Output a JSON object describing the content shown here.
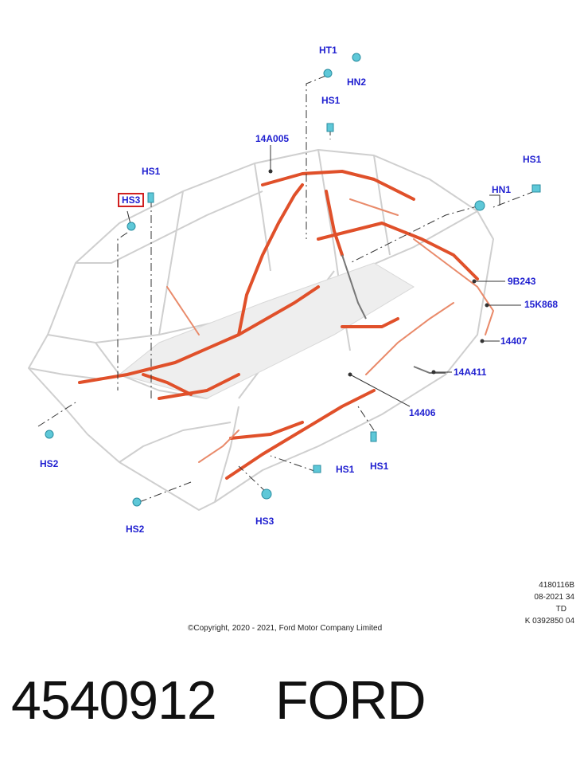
{
  "callouts": {
    "ht1": "HT1",
    "hn2": "HN2",
    "hs1_top": "HS1",
    "c14a005": "14A005",
    "hs1_left": "HS1",
    "hs3_boxed": "HS3",
    "hs1_right": "HS1",
    "hn1": "HN1",
    "c9b243": "9B243",
    "c15k868": "15K868",
    "c14407": "14407",
    "c14a411": "14A411",
    "c14406": "14406",
    "hs2_left": "HS2",
    "hs1_bottom_right": "HS1",
    "hs1_bottom_mid": "HS1",
    "hs3_bottom": "HS3",
    "hs2_bottom": "HS2"
  },
  "meta": {
    "line1": "4180116B",
    "line2": "08-2021 34",
    "line3": "TD",
    "line4": "K 0392850 04"
  },
  "copyright": "©Copyright, 2020 - 2021, Ford Motor Company Limited",
  "part_number": "4540912",
  "brand": "FORD",
  "colors": {
    "callout_text": "#1f1fd0",
    "harness": "#e0502a",
    "body_outline": "#c8c8c8",
    "fastener": "#5ec8d8",
    "highlight_box": "#d02020"
  }
}
